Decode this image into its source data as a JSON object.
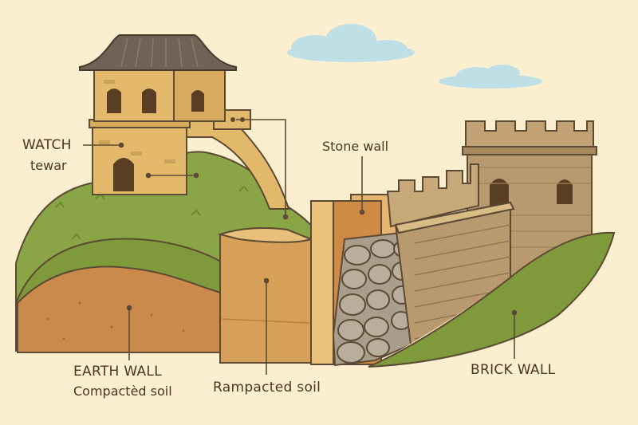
{
  "labels": {
    "watch_tower_title": "WATCH",
    "watch_tower_sub": "tewar",
    "stone_wall": "Stone wall",
    "earth_wall_title": "EARTH WALL",
    "earth_wall_sub": "Compactèd soil",
    "rampacted_soil": "Rampacted soil",
    "brick_wall": "BRICK WALL"
  },
  "colors": {
    "background": "#fbefcf",
    "grass": "#7f9a3a",
    "earth": "#c98a4b",
    "stone": "#b9ae9c",
    "brick": "#b99a6e",
    "roof": "#6f6257",
    "text": "#4a3524"
  }
}
